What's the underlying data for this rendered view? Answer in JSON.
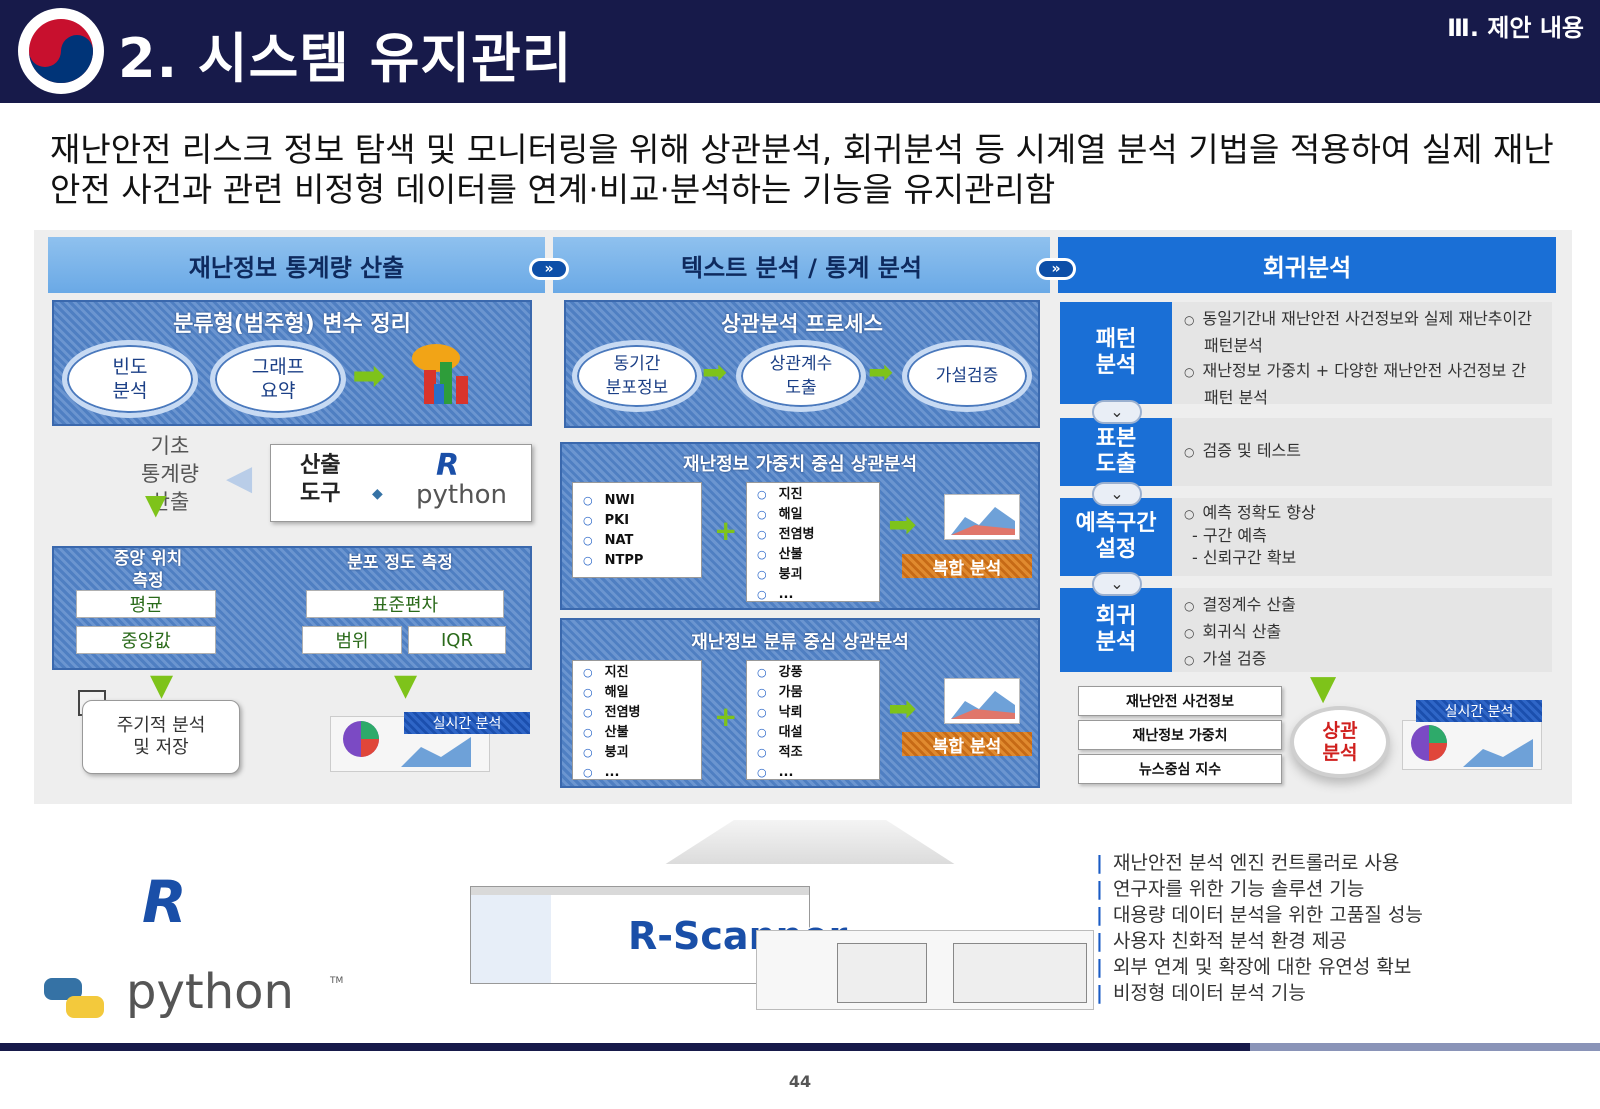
{
  "header": {
    "title": "2. 시스템 유지관리",
    "section": "Ⅲ. 제안 내용",
    "logo_icon": "taegeuk-emblem-icon"
  },
  "summary": "재난안전 리스크 정보 탐색 및 모니터링을 위해 상관분석, 회귀분석 등 시계열 분석 기법을 적용하여 실제 재난안전 사건과 관련 비정형 데이터를 연계·비교·분석하는 기능을 유지관리함",
  "col1": {
    "header": "재난정보 통계량 산출",
    "box1_title": "분류형(범주형) 변수 정리",
    "oval1": "빈도\n분석",
    "oval2": "그래프\n요약",
    "basic_label": "기초\n통계량\n산출",
    "tool_label": "산출\n도구",
    "r_logo": "R",
    "python_logo": "python",
    "central_title": "중앙 위치\n측정",
    "spread_title": "분포 정도 측정",
    "mean": "평균",
    "median": "중앙값",
    "stddev": "표준편차",
    "range": "범위",
    "iqr": "IQR",
    "periodic": "주기적 분석\n및 저장",
    "realtime": "실시간 분석"
  },
  "col2": {
    "header": "텍스트 분석 / 통계 분석",
    "process_title": "상관분석 프로세스",
    "oval1": "동기간\n분포정보",
    "oval2": "상관계수\n도출",
    "oval3": "가설검증",
    "weight_title": "재난정보 가중치 중심 상관분석",
    "weight_left": [
      "NWI",
      "PKI",
      "NAT",
      "NTPP"
    ],
    "weight_right": [
      "지진",
      "해일",
      "전염병",
      "산불",
      "붕괴",
      "..."
    ],
    "composite": "복합 분석",
    "class_title": "재난정보 분류 중심 상관분석",
    "class_left": [
      "지진",
      "해일",
      "전염병",
      "산불",
      "붕괴",
      "..."
    ],
    "class_right": [
      "강풍",
      "가뭄",
      "낙뢰",
      "대설",
      "적조",
      "..."
    ],
    "composite2": "복합 분석"
  },
  "col3": {
    "header": "회귀분석",
    "steps": [
      {
        "label": "패턴\n분석",
        "desc": [
          "동일기간내 재난안전 사건정보와 실제 재난추이간",
          "패턴분석",
          "재난정보 가중치  + 다양한 재난안전 사건정보 간",
          "패턴 분석"
        ]
      },
      {
        "label": "표본\n도출",
        "desc": [
          "검증 및 테스트"
        ]
      },
      {
        "label": "예측구간\n설정",
        "desc": [
          "예측 정확도 향상",
          "- 구간 예측",
          "- 신뢰구간 확보"
        ]
      },
      {
        "label": "회귀\n분석",
        "desc": [
          "결정계수 산출",
          "회귀식 산출",
          "가설 검증"
        ]
      }
    ],
    "inputs": [
      "재난안전 사건정보",
      "재난정보 가중치",
      "뉴스중심 지수"
    ],
    "corr_label": "상관\n분석",
    "realtime": "실시간 분석"
  },
  "bottom": {
    "product": "R-Scanner",
    "r_logo": "R",
    "python_logo": "python",
    "python_tm": "TM",
    "features": [
      "재난안전 분석 엔진 컨트롤러로 사용",
      "연구자를 위한 기능 솔루션 기능",
      "대용량 데이터 분석을 위한 고품질 성능",
      "사용자 친화적 분석 환경 제공",
      "외부 연계 및 확장에 대한 유연성 확보",
      "비정형 데이터 분석 기능"
    ]
  },
  "page_number": "44",
  "colors": {
    "navy": "#171a4a",
    "blue": "#1a6fd6",
    "green": "#7ec31a",
    "orange": "#e08a2f"
  }
}
